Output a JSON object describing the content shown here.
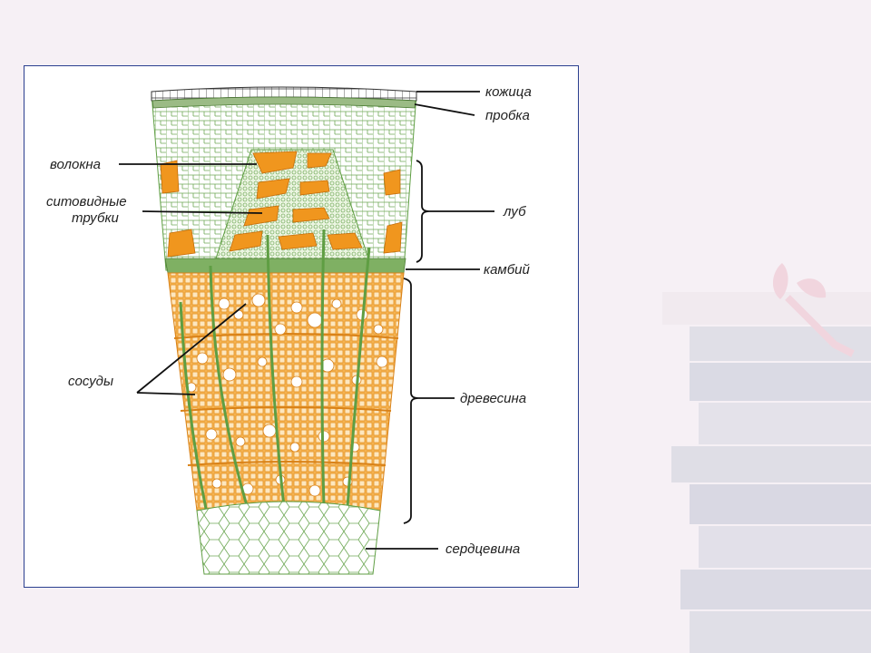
{
  "diagram": {
    "labels": {
      "kozhitsa": "кожица",
      "probka": "пробка",
      "volokna": "волокна",
      "sitovidnye_line1": "ситовидные",
      "sitovidnye_line2": "трубки",
      "lub": "луб",
      "kambiy": "камбий",
      "sosudy": "сосуды",
      "drevesina": "древесина",
      "serdtsevina": "сердцевина"
    },
    "colors": {
      "wood_orange": "#f2a43a",
      "cell_green": "#5f9e43",
      "frame_border": "#2a3f8f",
      "slide_background": "#f6f0f5"
    }
  }
}
